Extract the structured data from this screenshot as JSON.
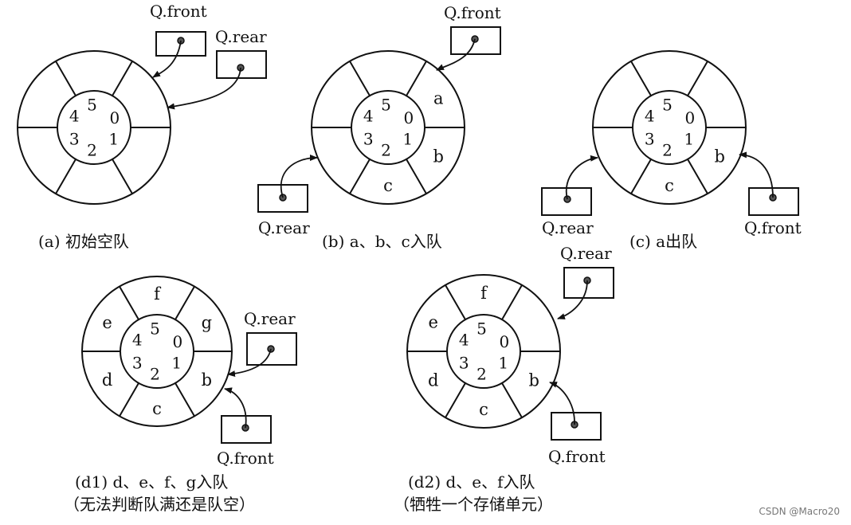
{
  "diagrams": [
    {
      "id": "a",
      "caption": "(a) 初始空队",
      "ring_indices": [
        "0",
        "1",
        "2",
        "3",
        "4",
        "5"
      ],
      "slot_values": [
        "",
        "",
        "",
        "",
        "",
        ""
      ],
      "pointers": {
        "front": "Q.front",
        "rear": "Q.rear"
      }
    },
    {
      "id": "b",
      "caption": "(b) a、b、c入队",
      "ring_indices": [
        "0",
        "1",
        "2",
        "3",
        "4",
        "5"
      ],
      "slot_values": [
        "a",
        "b",
        "c",
        "",
        "",
        ""
      ],
      "pointers": {
        "front": "Q.front",
        "rear": "Q.rear"
      }
    },
    {
      "id": "c",
      "caption": "(c) a出队",
      "ring_indices": [
        "0",
        "1",
        "2",
        "3",
        "4",
        "5"
      ],
      "slot_values": [
        "",
        "b",
        "c",
        "",
        "",
        ""
      ],
      "pointers": {
        "front": "Q.front",
        "rear": "Q.rear"
      }
    },
    {
      "id": "d1",
      "caption_line1": "(d1) d、e、f、g入队",
      "caption_line2": "（无法判断队满还是队空）",
      "ring_indices": [
        "0",
        "1",
        "2",
        "3",
        "4",
        "5"
      ],
      "slot_values": [
        "g",
        "b",
        "c",
        "d",
        "e",
        "f"
      ],
      "pointers": {
        "front": "Q.front",
        "rear": "Q.rear"
      }
    },
    {
      "id": "d2",
      "caption_line1": "(d2) d、e、f入队",
      "caption_line2": "（牺牲一个存储单元）",
      "ring_indices": [
        "0",
        "1",
        "2",
        "3",
        "4",
        "5"
      ],
      "slot_values": [
        "",
        "b",
        "c",
        "d",
        "e",
        "f"
      ],
      "pointers": {
        "front": "Q.front",
        "rear": "Q.rear"
      }
    }
  ],
  "watermark": "CSDN @Macro20"
}
